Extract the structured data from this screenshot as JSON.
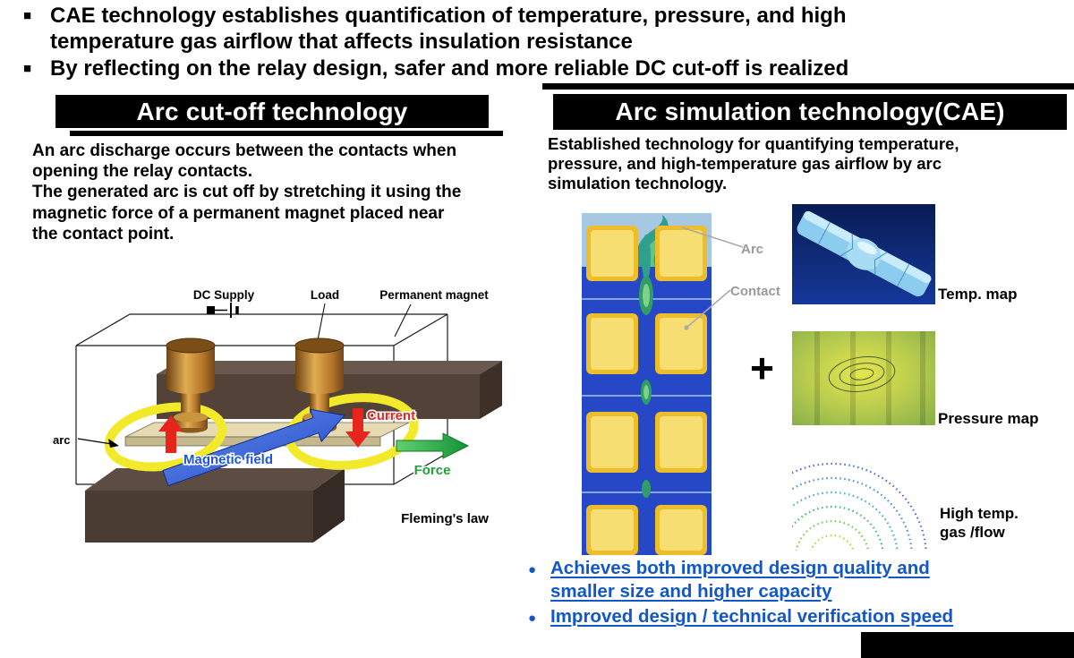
{
  "colors": {
    "header_bg": "#000000",
    "link_blue": "#1257c9",
    "callout_grey": "#9a9a9a",
    "arc_yellow": "#f3e92b",
    "force_green": "#1fa038",
    "current_red": "#e8251d",
    "field_blue": "#1c57d8"
  },
  "top": {
    "bullets": [
      {
        "marker": "■",
        "text": "CAE technology establishes quantification of temperature, pressure, and high\ntemperature gas airflow that affects insulation resistance"
      },
      {
        "marker": "■",
        "text": "By reflecting on the relay design, safer and more reliable DC cut-off is realized"
      }
    ]
  },
  "left_panel": {
    "title": "Arc cut-off technology",
    "description": "An arc discharge occurs between the contacts when\nopening the relay contacts.\nThe generated arc is cut off by stretching it using the\nmagnetic force of a permanent magnet placed near\nthe contact point.",
    "diagram": {
      "dc_supply": "DC Supply",
      "load": "Load",
      "permanent_magnet": "Permanent magnet",
      "arc": "arc",
      "current": "Current",
      "magnetic_field": "Magnetic field",
      "force": "Force",
      "flemings_law": "Fleming's law"
    }
  },
  "right_panel": {
    "title": "Arc simulation technology(CAE)",
    "description": "Established technology for quantifying temperature,\npressure, and high-temperature gas airflow by arc\nsimulation technology.",
    "callouts": {
      "arc": "Arc",
      "contact": "Contact"
    },
    "plus_sign": "+",
    "bullet_char": "●",
    "map_labels": {
      "temp": "Temp. map",
      "pressure": "Pressure map",
      "gas": "High temp.\ngas /flow"
    },
    "bullets": [
      "Achieves both improved design quality and smaller size and higher capacity",
      "Improved design / technical verification speed"
    ]
  }
}
